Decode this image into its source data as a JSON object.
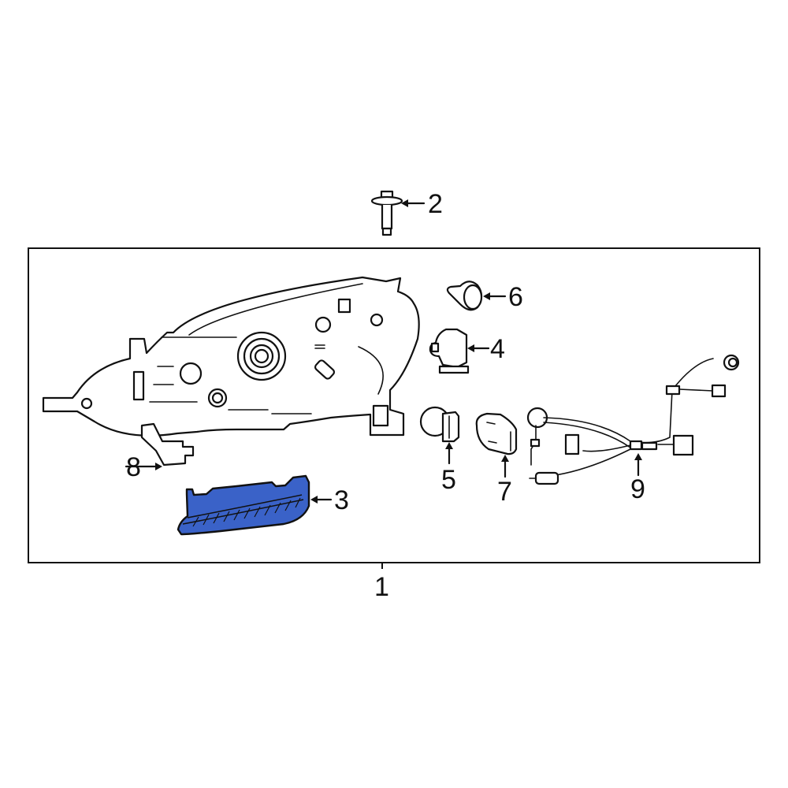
{
  "diagram": {
    "type": "exploded-parts-diagram",
    "subject": "headlamp assembly",
    "highlight_color": "#3a62c8",
    "highlighted_part": "3",
    "callouts": [
      {
        "id": "1",
        "label": "1"
      },
      {
        "id": "2",
        "label": "2"
      },
      {
        "id": "3",
        "label": "3"
      },
      {
        "id": "4",
        "label": "4"
      },
      {
        "id": "5",
        "label": "5"
      },
      {
        "id": "6",
        "label": "6"
      },
      {
        "id": "7",
        "label": "7"
      },
      {
        "id": "8",
        "label": "8"
      },
      {
        "id": "9",
        "label": "9"
      }
    ]
  }
}
